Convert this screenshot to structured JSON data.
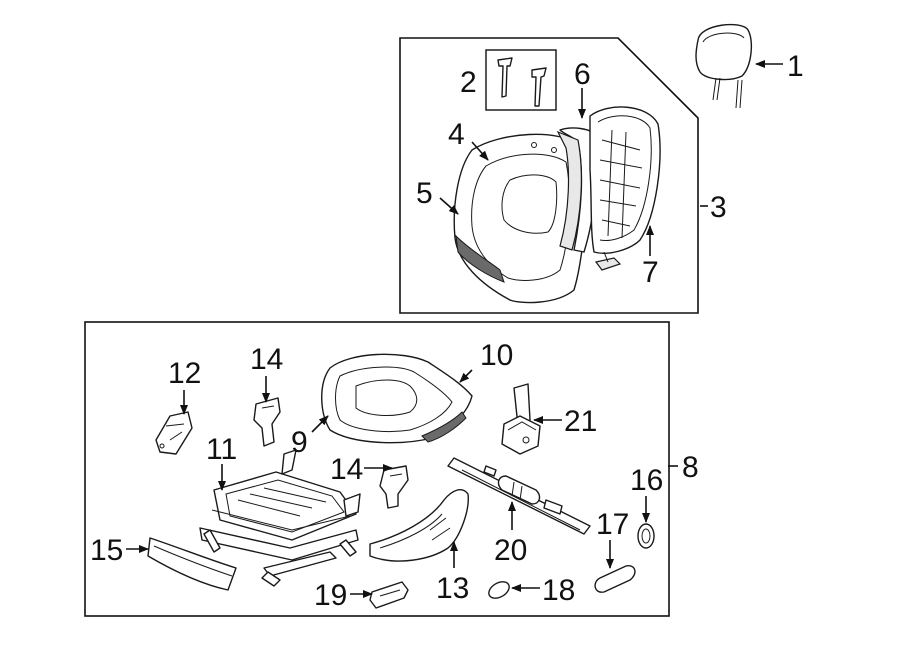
{
  "callouts": {
    "c1": "1",
    "c2": "2",
    "c3": "3",
    "c4": "4",
    "c5": "5",
    "c6": "6",
    "c7": "7",
    "c8": "8",
    "c9": "9",
    "c10": "10",
    "c11": "11",
    "c12": "12",
    "c13": "13",
    "c14a": "14",
    "c14b": "14",
    "c15": "15",
    "c16": "16",
    "c17": "17",
    "c18": "18",
    "c19": "19",
    "c20": "20",
    "c21": "21"
  },
  "colors": {
    "line": "#111111",
    "background": "#ffffff"
  }
}
